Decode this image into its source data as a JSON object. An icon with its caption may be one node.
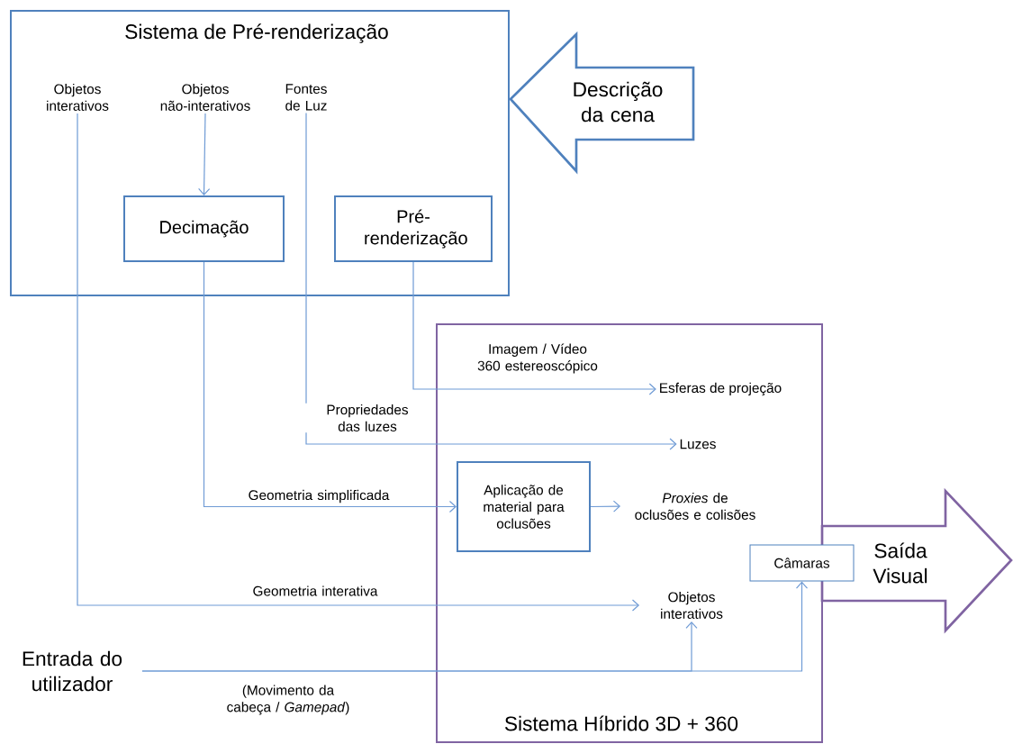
{
  "diagram": {
    "nodes": [
      {
        "text": [
          "Sistema de Pré-renderização"
        ]
      },
      {
        "text": [
          "Objetos interativos"
        ],
        "in": 0
      },
      {
        "text": [
          "Objetos não-interativos"
        ],
        "in": 0
      },
      {
        "text": [
          "Fontes de Luz"
        ],
        "in": 0
      },
      {
        "text": [
          "Decimação"
        ],
        "in": 0
      },
      {
        "text": [
          "Pré-renderização"
        ],
        "in": 0
      },
      {
        "text": [
          "Descrição da cena"
        ]
      },
      {
        "text": [
          "Sistema Híbrido 3D + 360"
        ]
      },
      {
        "text": [
          "Esferas de projeção"
        ],
        "in": 7
      },
      {
        "text": [
          "Luzes"
        ],
        "in": 7
      },
      {
        "text": [
          "Aplicação de material para oclusões"
        ],
        "in": 7
      },
      {
        "text": [
          "*Proxies* de oclusões e colisões"
        ],
        "in": 7
      },
      {
        "text": [
          "Câmaras"
        ]
      },
      {
        "text": [
          "Objetos interativos"
        ],
        "in": 7
      },
      {
        "text": [
          "Entrada do utilizador"
        ]
      },
      {
        "text": [
          "Saída Visual"
        ]
      }
    ],
    "edges": [
      {
        "from": 2,
        "to": 4,
        "arrow": "to"
      },
      {
        "from": 5,
        "to": 8,
        "arrow": "to",
        "label": "Imagem / Vídeo 360 estereoscópico"
      },
      {
        "from": 3,
        "to": 9,
        "arrow": "to",
        "label": "Propriedades das luzes"
      },
      {
        "from": 4,
        "to": 10,
        "arrow": "to",
        "label": "Geometria simplificada"
      },
      {
        "from": 10,
        "to": 11,
        "arrow": "to"
      },
      {
        "from": 1,
        "to": 13,
        "arrow": "to",
        "label": "Geometria interativa"
      },
      {
        "from": 14,
        "to": 13,
        "arrow": "to",
        "label": "(Movimento da cabeça / *Gamepad*)"
      },
      {
        "from": 14,
        "to": 12,
        "arrow": "to"
      }
    ]
  }
}
